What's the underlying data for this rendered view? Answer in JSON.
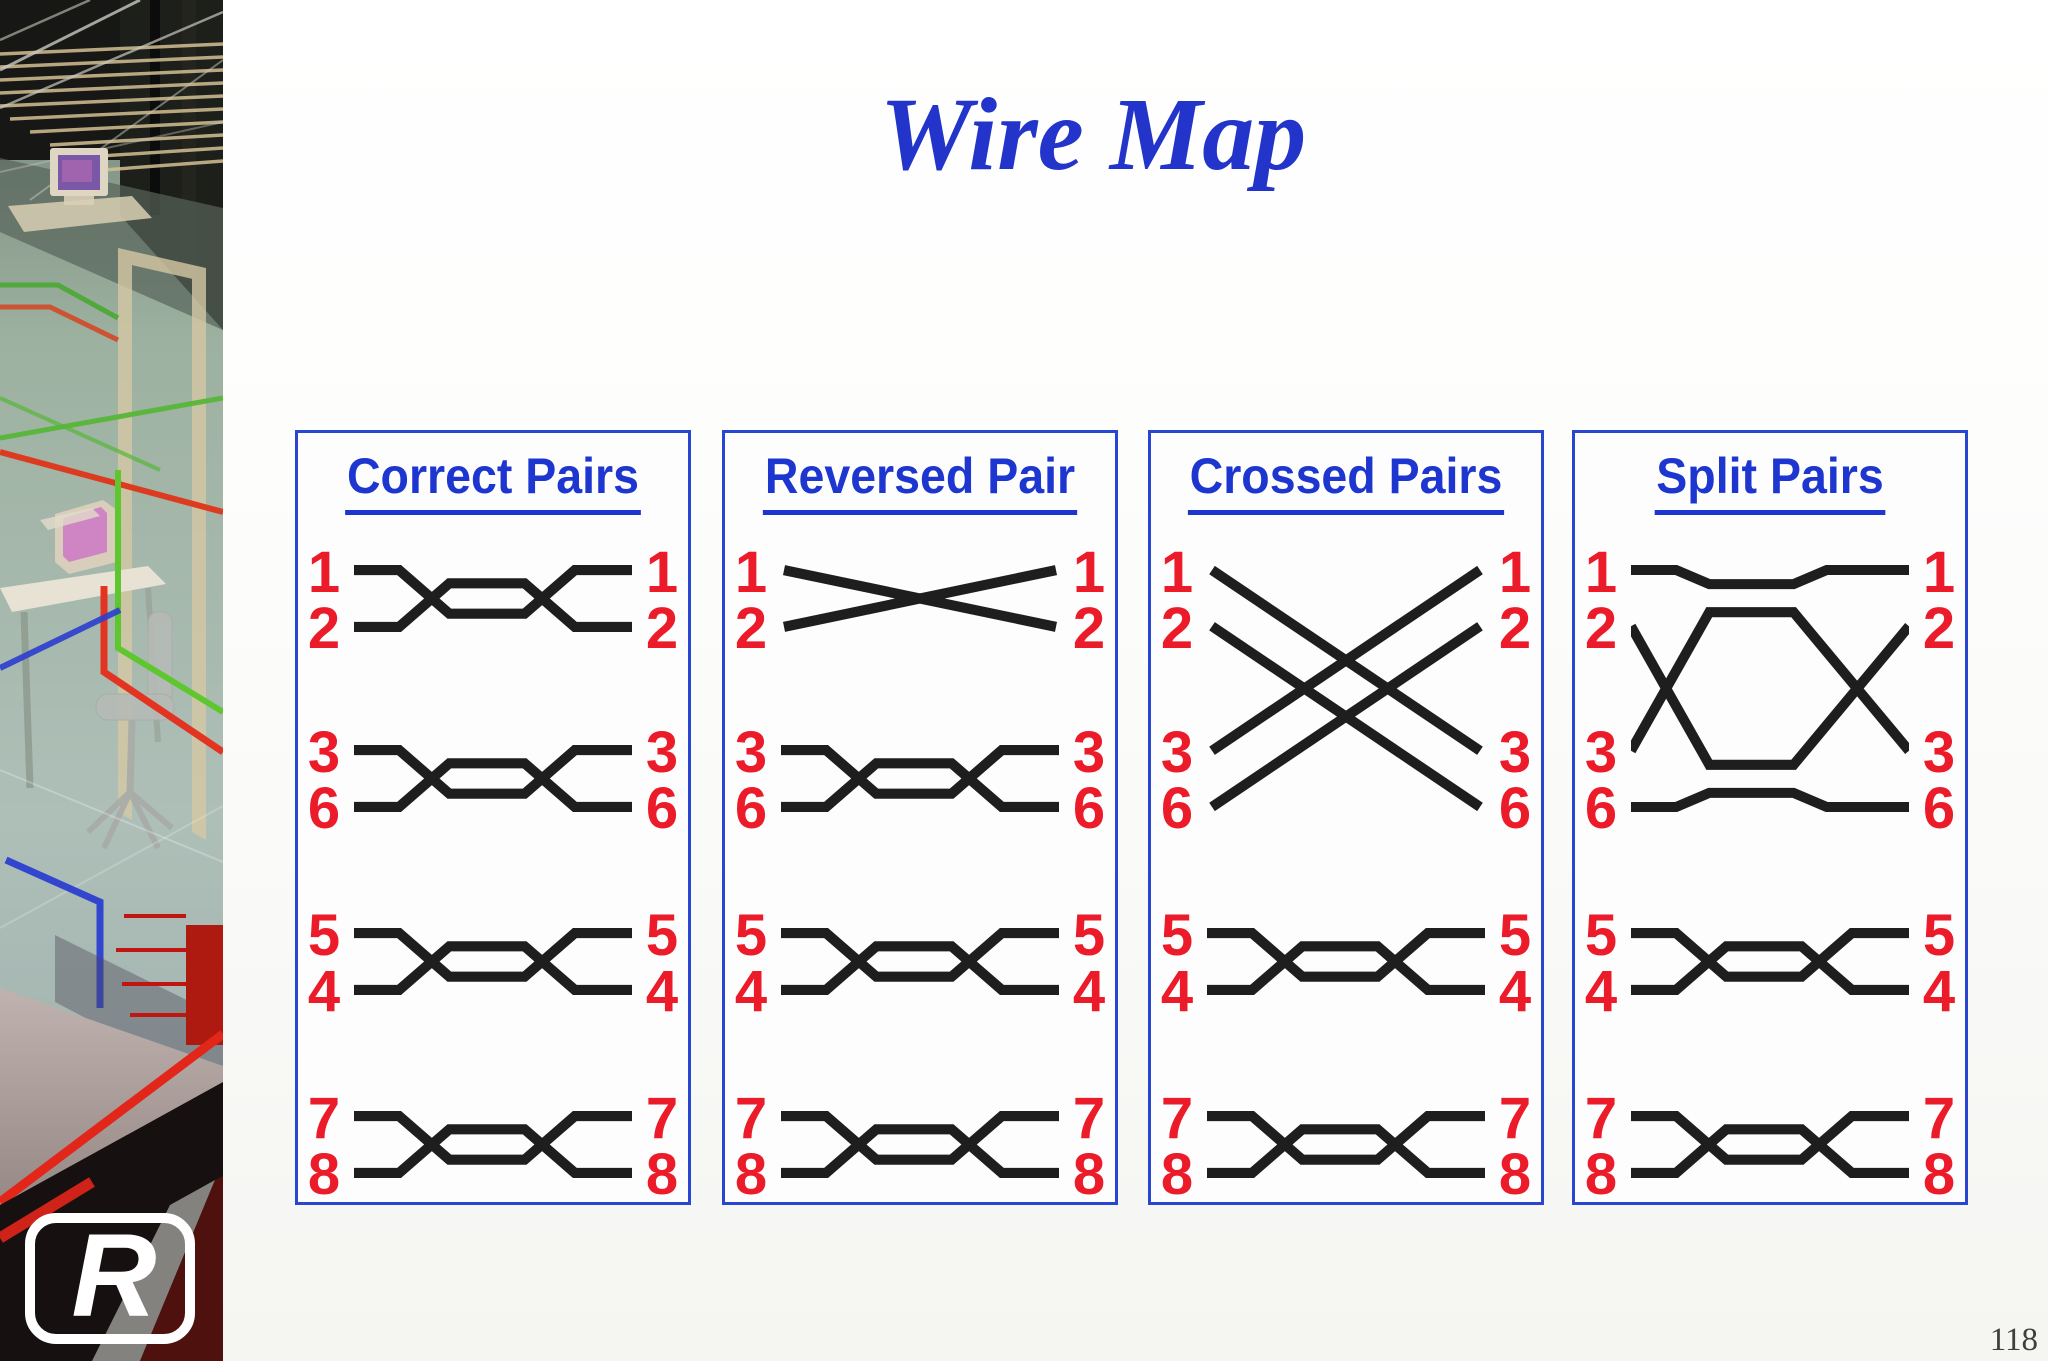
{
  "title": "Wire Map",
  "page_number": "118",
  "logo": {
    "letter": "R"
  },
  "colors": {
    "title_blue": "#2334cb",
    "heading_blue": "#1d36cf",
    "panel_border_blue": "#2946d2",
    "pin_red": "#ec1b2a",
    "wire_black": "#1e1e1e"
  },
  "panels": [
    {
      "title": "Correct Pairs",
      "figures": [
        {
          "type": "twisted-pair",
          "left": [
            "1",
            "2"
          ],
          "right": [
            "1",
            "2"
          ],
          "connects": [
            [
              "1",
              "1"
            ],
            [
              "2",
              "2"
            ]
          ]
        },
        {
          "type": "twisted-pair",
          "left": [
            "3",
            "6"
          ],
          "right": [
            "3",
            "6"
          ],
          "connects": [
            [
              "3",
              "3"
            ],
            [
              "6",
              "6"
            ]
          ]
        },
        {
          "type": "twisted-pair",
          "left": [
            "5",
            "4"
          ],
          "right": [
            "5",
            "4"
          ],
          "connects": [
            [
              "5",
              "5"
            ],
            [
              "4",
              "4"
            ]
          ]
        },
        {
          "type": "twisted-pair",
          "left": [
            "7",
            "8"
          ],
          "right": [
            "7",
            "8"
          ],
          "connects": [
            [
              "7",
              "7"
            ],
            [
              "8",
              "8"
            ]
          ]
        }
      ]
    },
    {
      "title": "Reversed Pair",
      "figures": [
        {
          "type": "crossover",
          "left": [
            "1",
            "2"
          ],
          "right": [
            "1",
            "2"
          ],
          "connects": [
            [
              "1",
              "2"
            ],
            [
              "2",
              "1"
            ]
          ]
        },
        {
          "type": "twisted-pair",
          "left": [
            "3",
            "6"
          ],
          "right": [
            "3",
            "6"
          ],
          "connects": [
            [
              "3",
              "3"
            ],
            [
              "6",
              "6"
            ]
          ]
        },
        {
          "type": "twisted-pair",
          "left": [
            "5",
            "4"
          ],
          "right": [
            "5",
            "4"
          ],
          "connects": [
            [
              "5",
              "5"
            ],
            [
              "4",
              "4"
            ]
          ]
        },
        {
          "type": "twisted-pair",
          "left": [
            "7",
            "8"
          ],
          "right": [
            "7",
            "8"
          ],
          "connects": [
            [
              "7",
              "7"
            ],
            [
              "8",
              "8"
            ]
          ]
        }
      ]
    },
    {
      "title": "Crossed Pairs",
      "figures": [
        {
          "type": "pair-swap",
          "left": [
            "1",
            "2",
            "3",
            "6"
          ],
          "right": [
            "1",
            "2",
            "3",
            "6"
          ],
          "connects": [
            [
              "1",
              "3"
            ],
            [
              "2",
              "6"
            ],
            [
              "3",
              "1"
            ],
            [
              "6",
              "2"
            ]
          ]
        },
        {
          "type": "twisted-pair",
          "left": [
            "5",
            "4"
          ],
          "right": [
            "5",
            "4"
          ],
          "connects": [
            [
              "5",
              "5"
            ],
            [
              "4",
              "4"
            ]
          ]
        },
        {
          "type": "twisted-pair",
          "left": [
            "7",
            "8"
          ],
          "right": [
            "7",
            "8"
          ],
          "connects": [
            [
              "7",
              "7"
            ],
            [
              "8",
              "8"
            ]
          ]
        }
      ]
    },
    {
      "title": "Split Pairs",
      "figures": [
        {
          "type": "split-pair",
          "left": [
            "1",
            "2",
            "3",
            "6"
          ],
          "right": [
            "1",
            "2",
            "3",
            "6"
          ],
          "connects": [
            [
              "1",
              "1"
            ],
            [
              "2",
              "2"
            ],
            [
              "3",
              "3"
            ],
            [
              "6",
              "6"
            ]
          ],
          "twisted_together": [
            [
              "1",
              "3"
            ],
            [
              "2",
              "6"
            ]
          ]
        },
        {
          "type": "twisted-pair",
          "left": [
            "5",
            "4"
          ],
          "right": [
            "5",
            "4"
          ],
          "connects": [
            [
              "5",
              "5"
            ],
            [
              "4",
              "4"
            ]
          ]
        },
        {
          "type": "twisted-pair",
          "left": [
            "7",
            "8"
          ],
          "right": [
            "7",
            "8"
          ],
          "connects": [
            [
              "7",
              "7"
            ],
            [
              "8",
              "8"
            ]
          ]
        }
      ]
    }
  ]
}
